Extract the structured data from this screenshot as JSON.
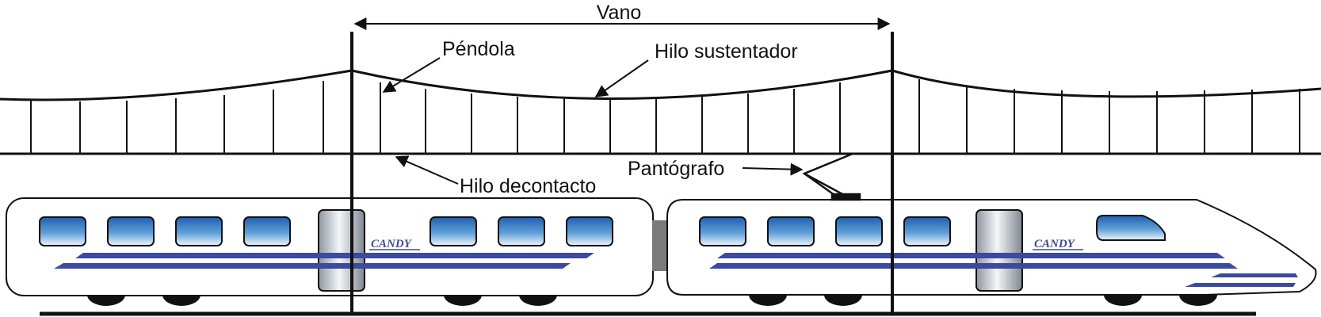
{
  "labels": {
    "span": "Vano",
    "dropper": "Péndola",
    "messenger_wire": "Hilo sustentador",
    "pantograph": "Pantógrafo",
    "contact_wire": "Hilo decontacto"
  },
  "train": {
    "brand": "CANDY"
  },
  "colors": {
    "line": "#111111",
    "stripe": "#3b4aa0",
    "window_top": "#1f5fb0",
    "window_bottom": "#e8f2fb",
    "door": "#9aa3ad",
    "coupler": "#7a7a7a"
  }
}
